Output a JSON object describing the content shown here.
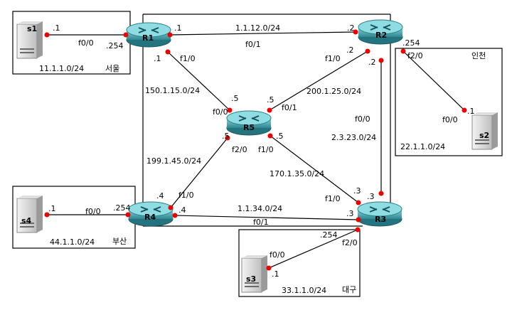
{
  "routers": {
    "r1": {
      "name": "R1"
    },
    "r2": {
      "name": "R2"
    },
    "r3": {
      "name": "R3"
    },
    "r4": {
      "name": "R4"
    },
    "r5": {
      "name": "R5"
    }
  },
  "servers": {
    "s1": {
      "name": "s1"
    },
    "s2": {
      "name": "s2"
    },
    "s3": {
      "name": "s3"
    },
    "s4": {
      "name": "s4"
    }
  },
  "sites": {
    "seoul": {
      "region": "서울",
      "subnet": "11.1.1.0/24"
    },
    "incheon": {
      "region": "인천",
      "subnet": "22.1.1.0/24"
    },
    "daegu": {
      "region": "대구",
      "subnet": "33.1.1.0/24"
    },
    "busan": {
      "region": "부산",
      "subnet": "44.1.1.0/24"
    }
  },
  "links": {
    "r1_r2": {
      "subnet": "1.1.12.0/24",
      "iface": "f0/1",
      "r1_ip": ".1",
      "r2_ip": ".2"
    },
    "r1_r5": {
      "subnet": "150.1.15.0/24",
      "r1_iface": "f1/0",
      "r1_ip": ".1",
      "r5_iface": "f0/0",
      "r5_ip": ".5"
    },
    "r2_r5": {
      "subnet": "200.1.25.0/24",
      "r2_iface": "f1/0",
      "r2_ip": ".2",
      "r5_iface": "f0/1",
      "r5_ip": ".5"
    },
    "r2_r3": {
      "subnet": "2.3.23.0/24",
      "iface": "f0/0",
      "r2_ip": ".2",
      "r3_ip": ".3"
    },
    "r5_r3": {
      "subnet": "170.1.35.0/24",
      "r5_iface": "f1/0",
      "r5_ip": ".5",
      "r3_iface": "f1/0",
      "r3_ip": ".3"
    },
    "r5_r4": {
      "subnet": "199.1.45.0/24",
      "r5_iface": "f2/0",
      "r5_ip": ".5",
      "r4_iface": "f1/0",
      "r4_ip": ".4"
    },
    "r4_r3": {
      "subnet": "1.1.34.0/24",
      "iface": "f0/1",
      "r4_ip": ".4",
      "r3_ip": ".3"
    },
    "r1_s1": {
      "r1_iface": "f0/0",
      "r1_ip": ".254",
      "s1_ip": ".1"
    },
    "r2_s2": {
      "r2_iface": "f2/0",
      "r2_ip": ".254",
      "s2_iface": "f0/0",
      "s2_ip": ".1"
    },
    "r3_s3": {
      "r3_iface": "f2/0",
      "r3_ip": ".254",
      "s3_iface": "f0/0",
      "s3_ip": ".1"
    },
    "r4_s4": {
      "r4_iface": "f0/0",
      "r4_ip": ".254",
      "s4_ip": ".1"
    }
  },
  "colors": {
    "router_body": "#3f9aa6",
    "router_top": "#7fd0d8",
    "endpoint_dot": "#ee0000",
    "line": "#000000"
  }
}
